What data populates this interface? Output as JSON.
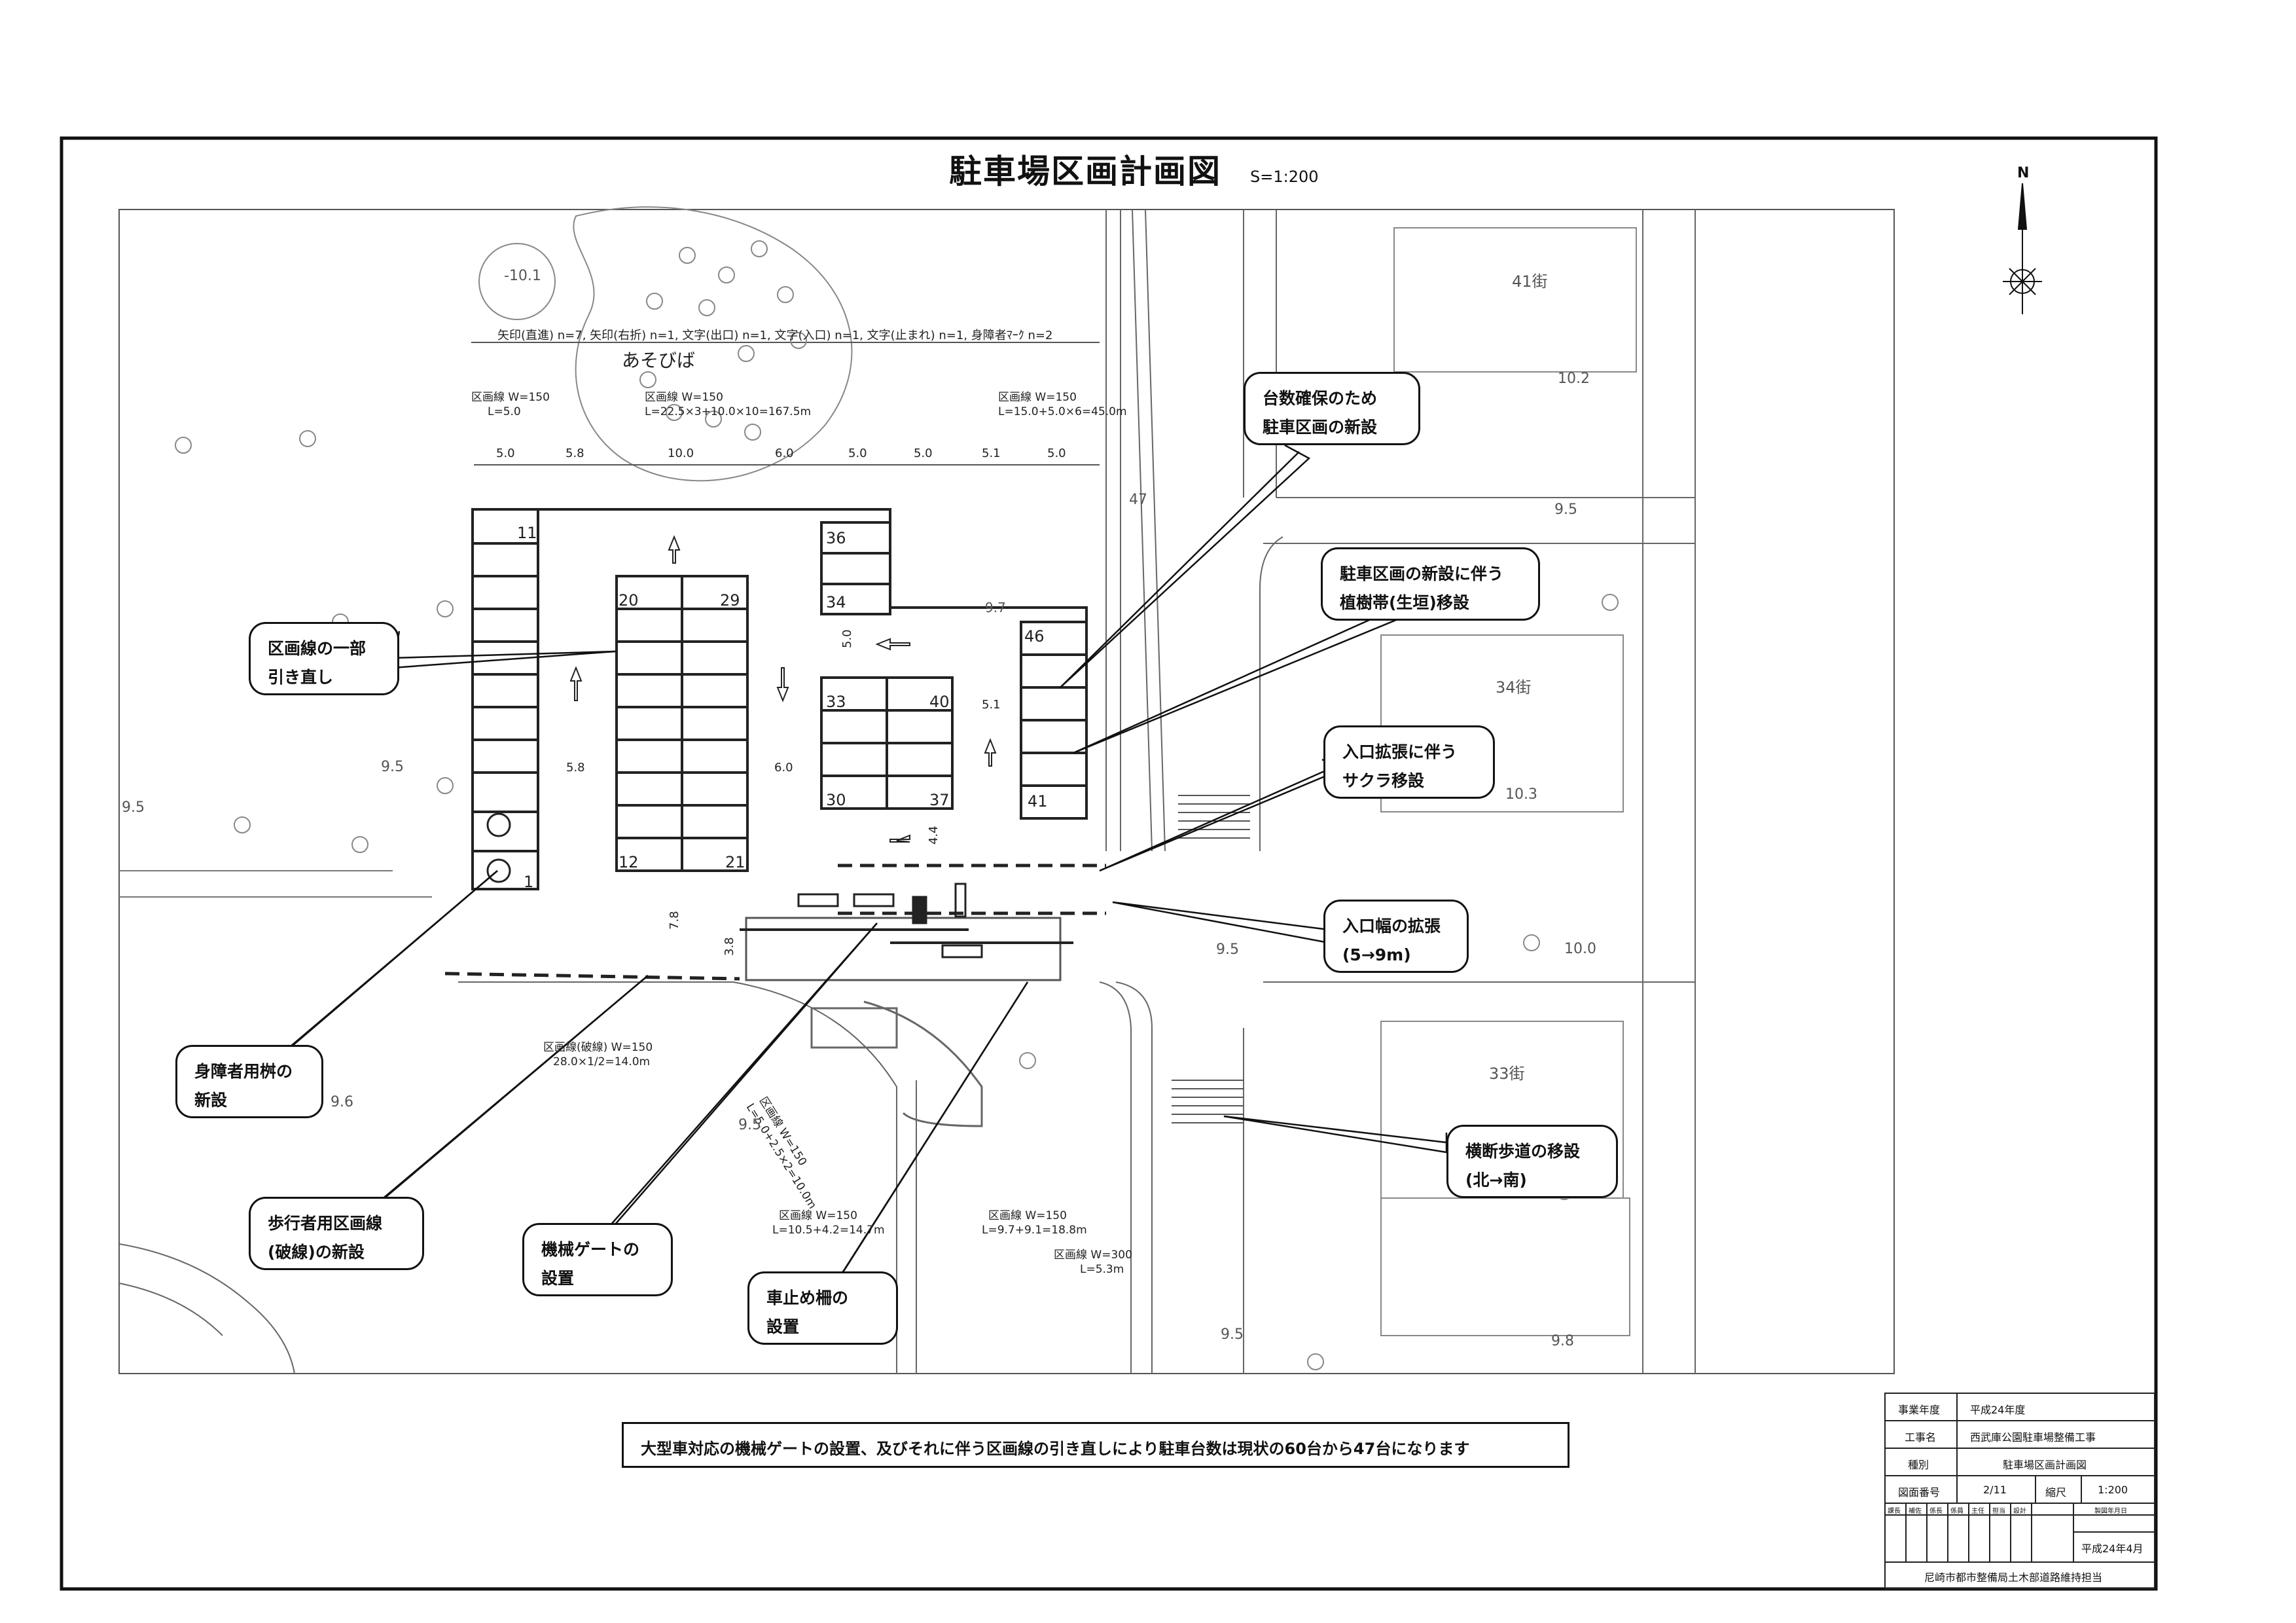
{
  "title": "駐車場区画計画図",
  "scale": "S=1:200",
  "north": "N",
  "callouts": [
    {
      "id": "c1",
      "lines": [
        "台数確保のため",
        "駐車区画の新設"
      ]
    },
    {
      "id": "c2",
      "lines": [
        "駐車区画の新設に伴う",
        "植樹帯(生垣)移設"
      ]
    },
    {
      "id": "c3",
      "lines": [
        "区画線の一部",
        "引き直し"
      ]
    },
    {
      "id": "c4",
      "lines": [
        "入口拡張に伴う",
        "サクラ移設"
      ]
    },
    {
      "id": "c5",
      "lines": [
        "入口幅の拡張",
        "(5→9m)"
      ]
    },
    {
      "id": "c6",
      "lines": [
        "身障者用桝の",
        "新設"
      ]
    },
    {
      "id": "c7",
      "lines": [
        "横断歩道の移設",
        "(北→南)"
      ]
    },
    {
      "id": "c8",
      "lines": [
        "歩行者用区画線",
        "(破線)の新設"
      ]
    },
    {
      "id": "c9",
      "lines": [
        "機械ゲートの",
        "設置"
      ]
    },
    {
      "id": "c10",
      "lines": [
        "車止め柵の",
        "設置"
      ]
    }
  ],
  "summary": "大型車対応の機械ゲートの設置、及びそれに伴う区画線の引き直しにより駐車台数は現状の60台から47台になります",
  "stall_numbers": [
    "11",
    "1",
    "20",
    "29",
    "12",
    "21",
    "36",
    "34",
    "33",
    "40",
    "30",
    "37",
    "46",
    "41"
  ],
  "dims_top": [
    "5.0",
    "5.8",
    "10.0",
    "6.0",
    "5.0",
    "5.0",
    "5.1",
    "5.0"
  ],
  "plan_notes": {
    "arrows_note": "矢印(直進) n=7, 矢印(右折) n=1, 文字(出口) n=1, 文字(入口) n=1, 文字(止まれ) n=1, 身障者ﾏｰｸ n=2",
    "playground": "あそびば",
    "lane1a": "区画線 W=150",
    "lane1b": "L=5.0",
    "lane2a": "区画線 W=150",
    "lane2b": "L=22.5×3+10.0×10=167.5m",
    "lane3a": "区画線 W=150",
    "lane3b": "L=15.0+5.0×6=45.0m",
    "lane4a": "区画線(破線) W=150",
    "lane4b": "28.0×1/2=14.0m",
    "lane5a": "区画線 W=150",
    "lane5b": "L=10.5+4.2=14.7m",
    "lane6a": "区画線 W=150",
    "lane6b": "L=9.7+9.1=18.8m",
    "lane7a": "区画線 W=300",
    "lane7b": "L=5.3m",
    "lane8a": "区画線 W=150",
    "lane8b": "L=5.0+2.5×2=10.0m",
    "dim_5_8": "5.8",
    "dim_6_0": "6.0",
    "dim_5_1": "5.1",
    "dim_5_0v": "5.0",
    "dim_4_4": "4.4",
    "dim_7_8": "7.8",
    "dim_3_8": "3.8",
    "elev": [
      "-10.1",
      "10.2",
      "9.5",
      "9.5",
      "9.5",
      "10.3",
      "10.0",
      "9.5",
      "9.6",
      "9.5",
      "9.5",
      "9.8",
      "9.7"
    ],
    "lot1": "41街",
    "lot2": "34街",
    "lot3": "33街",
    "misc47": "47"
  },
  "title_block": {
    "year_label": "事業年度",
    "year": "平成24年度",
    "name_label": "工事名",
    "name": "西武庫公園駐車場整備工事",
    "type_label": "種別",
    "type": "駐車場区画計画図",
    "num_label": "図面番号",
    "num": "2/11",
    "scale_label": "縮尺",
    "scale": "1:200",
    "stamp_cols": [
      "課長",
      "補佐",
      "係長",
      "係員",
      "主任",
      "担当",
      "設計"
    ],
    "design_label": "製図年月日",
    "date": "平成24年4月",
    "office": "尼崎市都市整備局土木部道路維持担当"
  }
}
